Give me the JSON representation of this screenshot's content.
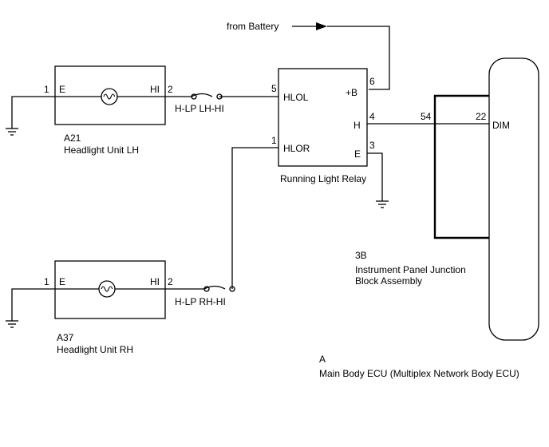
{
  "source_label": "from Battery",
  "headlight_lh": {
    "code": "A21",
    "name": "Headlight Unit LH",
    "pin_e_num": "1",
    "pin_e_label": "E",
    "pin_hi_num": "2",
    "pin_hi_label": "HI",
    "wire_label": "H-LP LH-HI"
  },
  "headlight_rh": {
    "code": "A37",
    "name": "Headlight Unit RH",
    "pin_e_num": "1",
    "pin_e_label": "E",
    "pin_hi_num": "2",
    "pin_hi_label": "HI",
    "wire_label": "H-LP RH-HI"
  },
  "relay": {
    "name": "Running Light Relay",
    "hlol_label": "HLOL",
    "hlol_num": "5",
    "hlor_label": "HLOR",
    "hlor_num": "1",
    "b_label": "+B",
    "b_num": "6",
    "h_label": "H",
    "h_num": "4",
    "e_label": "E",
    "e_num": "3"
  },
  "junction_block": {
    "code": "3B",
    "name_line1": "Instrument Panel Junction",
    "name_line2": "Block Assembly",
    "pin_num": "54"
  },
  "main_ecu": {
    "code": "A",
    "name": "Main Body ECU (Multiplex Network Body ECU)",
    "pin_num": "22",
    "pin_label": "DIM"
  }
}
